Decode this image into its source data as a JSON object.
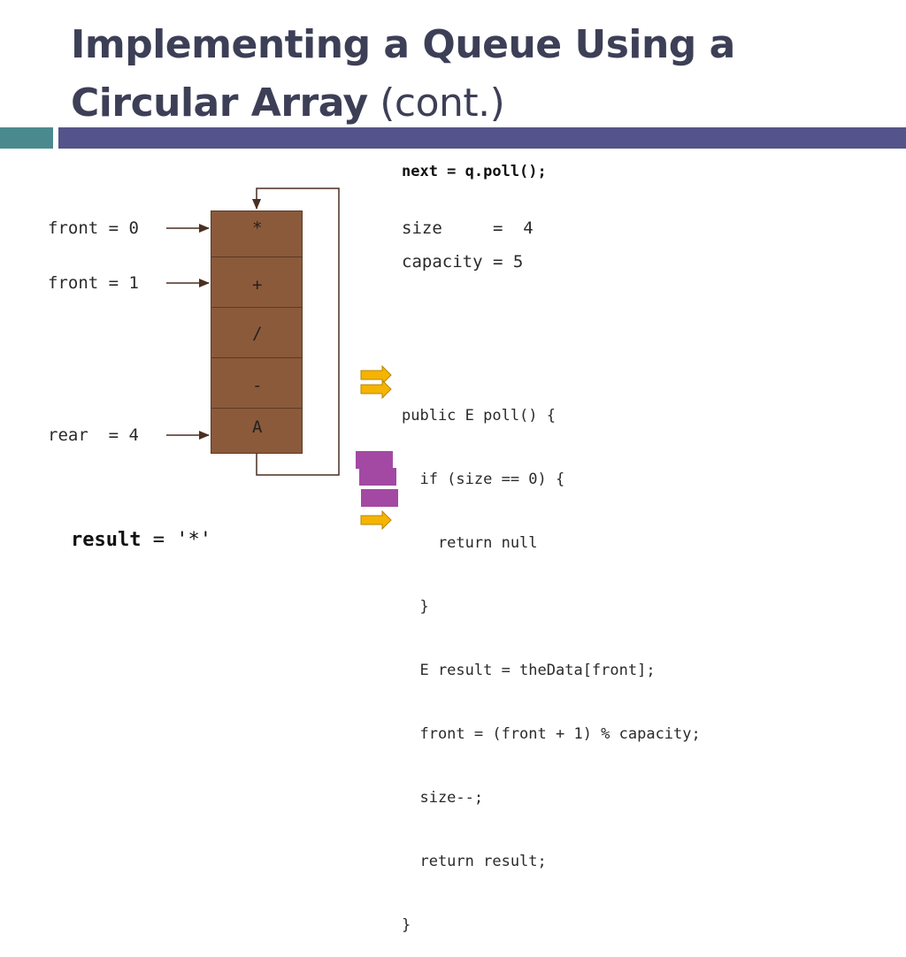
{
  "slide": {
    "title_bold": "Implementing a Queue Using a Circular Array",
    "title_normal": "(cont.)",
    "colors": {
      "title": "#3d3f57",
      "bar_teal": "#4a8a8e",
      "bar_purple": "#54548a",
      "cell_fill": "#8b5a3a",
      "arrow_yellow": "#f5b400",
      "marker_purple": "#a349a4"
    }
  },
  "statement": "next = q.poll();",
  "labels": {
    "front_old": "front = 0",
    "front_new": "front = 1",
    "rear": "rear  = 4"
  },
  "array_cells": [
    "*",
    "+",
    "/",
    "-",
    "A"
  ],
  "state": {
    "size": "size     =  4",
    "capacity": "capacity = 5"
  },
  "code_lines": [
    "public E poll() {",
    "  if (size == 0) {",
    "    return null",
    "  }",
    "  E result = theData[front];",
    "  front = (front + 1) % capacity;",
    "  size--;",
    "  return result;",
    "}"
  ],
  "result": {
    "name": "result",
    "rest": " = '*'"
  }
}
